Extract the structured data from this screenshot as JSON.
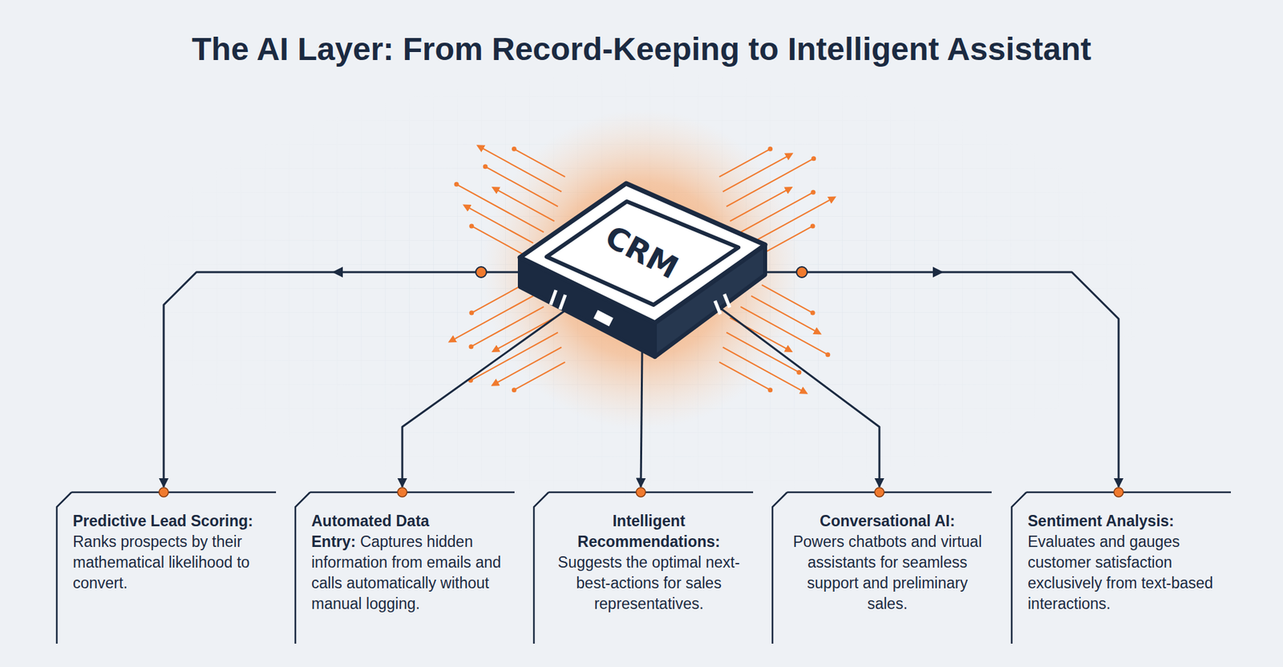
{
  "diagram": {
    "title": "The AI Layer: From Record-Keeping to Intelligent Assistant",
    "nodes": [
      {
        "text": [
          "CRM"
        ]
      },
      {
        "text": [
          "Predictive Lead Scoring:",
          "Ranks prospects by their mathematical likelihood to convert."
        ]
      },
      {
        "text": [
          "Automated Data Entry:",
          "Captures hidden information from emails and calls automatically without manual logging."
        ]
      },
      {
        "text": [
          "Intelligent Recommendations:",
          "Suggests the optimal next-best-actions for sales representatives."
        ]
      },
      {
        "text": [
          "Conversational AI:",
          "Powers chatbots and virtual assistants for seamless support and preliminary sales."
        ]
      },
      {
        "text": [
          "Sentiment Analysis:",
          "Evaluates and gauges customer satisfaction exclusively from text-based interactions."
        ]
      }
    ],
    "edges": [
      {
        "from": 0,
        "to": 1,
        "arrow": "to"
      },
      {
        "from": 0,
        "to": 2,
        "arrow": "to"
      },
      {
        "from": 0,
        "to": 3,
        "arrow": "to"
      },
      {
        "from": 0,
        "to": 4,
        "arrow": "to"
      },
      {
        "from": 0,
        "to": 5,
        "arrow": "to"
      }
    ]
  }
}
